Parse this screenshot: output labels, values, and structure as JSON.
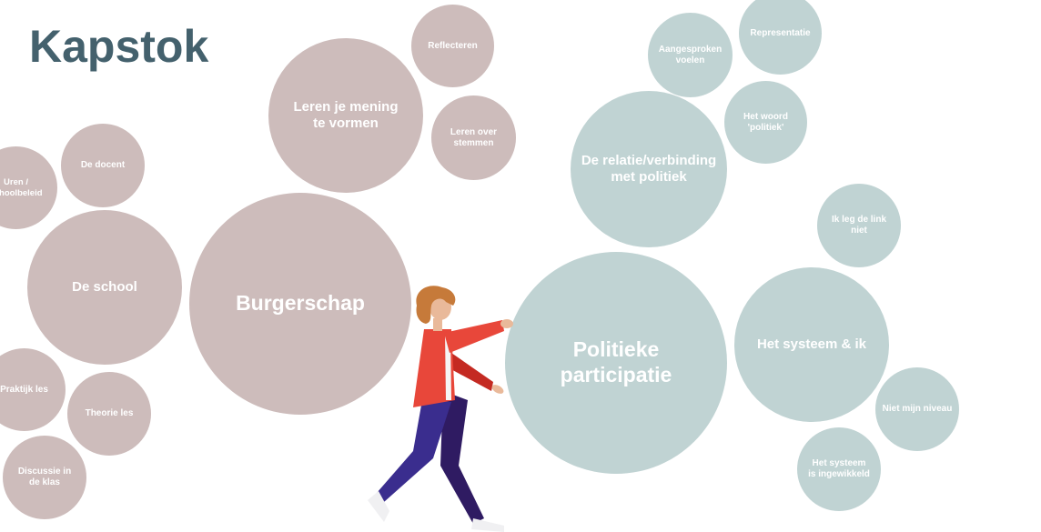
{
  "title": "Kapstok",
  "colors": {
    "title": "#44616d",
    "left_cluster": "#cdbcbb",
    "right_cluster": "#c0d3d3",
    "bubble_text": "#ffffff"
  },
  "left_cluster": {
    "center": "Burgerschap",
    "leren": "Leren je mening te vormen",
    "reflecteren": "Reflecteren",
    "leren_stemmen": "Leren over stemmen",
    "school": "De school",
    "uren": "Uren / schoolbeleid",
    "docent": "De docent",
    "praktijk": "Praktijk les",
    "theorie": "Theorie les",
    "discussie": "Discussie in de klas"
  },
  "right_cluster": {
    "center": "Politieke participatie",
    "relatie": "De relatie/verbinding met politiek",
    "aangesproken": "Aangesproken voelen",
    "representatie": "Representatie",
    "woord": "Het woord 'politiek'",
    "link": "Ik leg de link niet",
    "systeem": "Het systeem & ik",
    "niveau": "Niet mijn niveau",
    "ingewikkeld": "Het systeem is ingewikkeld"
  },
  "illustration": "person-pushing-bubble"
}
